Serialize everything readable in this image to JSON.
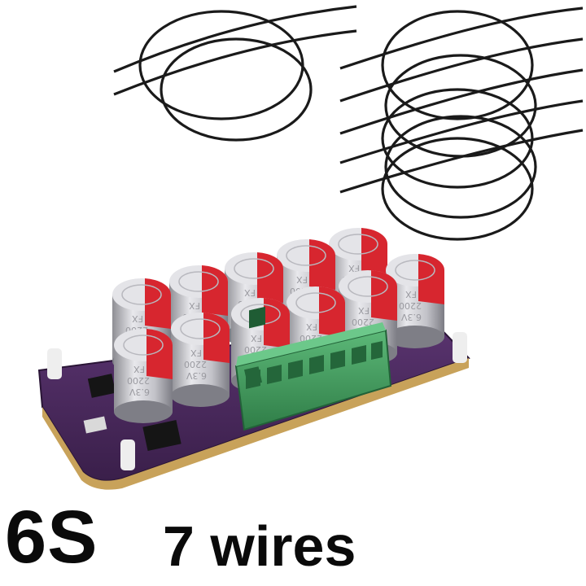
{
  "product": {
    "series_label": "6S",
    "wire_label": "7 wires"
  },
  "capacitor": {
    "brand": "FX",
    "value": "2200",
    "voltage": "6.3V"
  },
  "colors": {
    "pcb": "#4a2a5a",
    "capacitor_body": "#c9c9cc",
    "capacitor_top": "#d7262f",
    "terminal_block": "#3f9a5a",
    "wire": "#1a1a1a"
  }
}
